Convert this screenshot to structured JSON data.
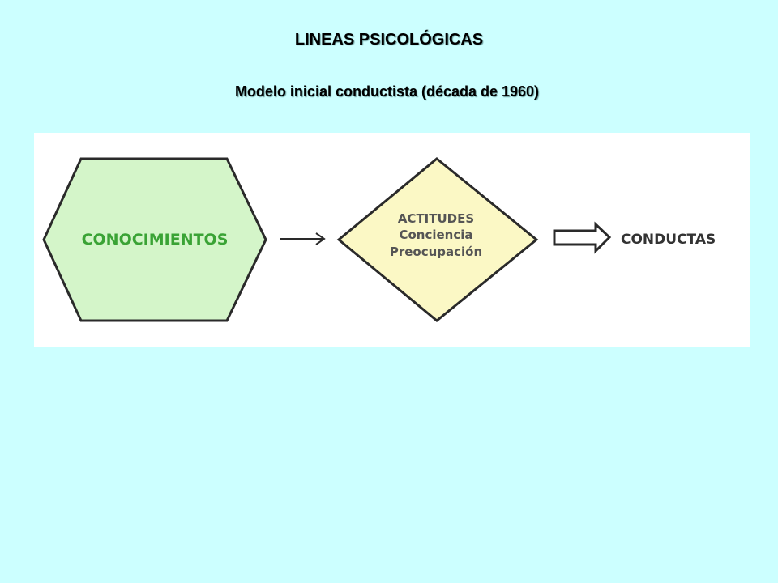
{
  "slide": {
    "title": "LINEAS PSICOLÓGICAS",
    "subtitle": "Modelo inicial conductista (década de 1960)"
  },
  "diagram": {
    "nodes": [
      {
        "id": "conocimientos",
        "shape": "hexagon",
        "lines": [
          "CONOCIMIENTOS"
        ],
        "fill": "#d4f5c9",
        "text_color": "#3aa335"
      },
      {
        "id": "actitudes",
        "shape": "diamond",
        "lines": [
          "ACTITUDES",
          "Conciencia",
          "Preocupación"
        ],
        "fill": "#fbf8c5",
        "text_color": "#555555"
      },
      {
        "id": "conductas",
        "shape": "label",
        "lines": [
          "CONDUCTAS"
        ],
        "text_color": "#333333"
      }
    ],
    "edges": [
      {
        "from": "conocimientos",
        "to": "actitudes",
        "style": "thin-arrow"
      },
      {
        "from": "actitudes",
        "to": "conductas",
        "style": "block-arrow"
      }
    ],
    "stroke_color": "#2a2a2a"
  }
}
